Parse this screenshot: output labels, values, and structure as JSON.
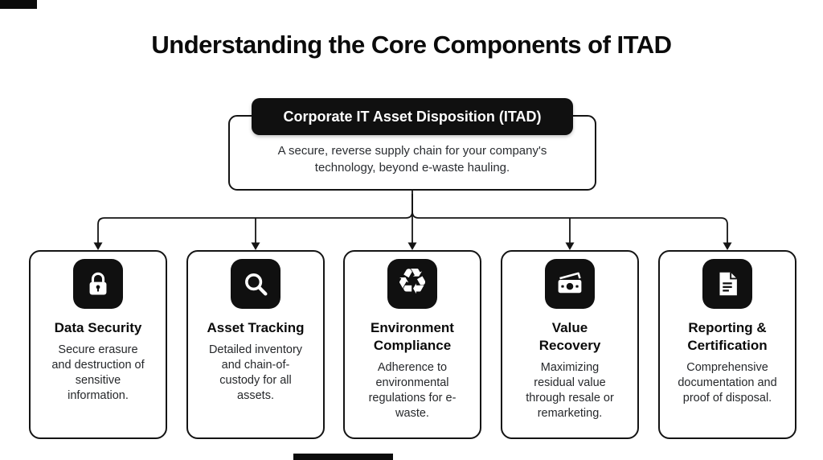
{
  "page": {
    "title": "Understanding the Core Components of ITAD"
  },
  "root_node": {
    "header": "Corporate IT Asset Disposition (ITAD)",
    "description": "A secure, reverse supply chain for your company's technology, beyond e-waste hauling."
  },
  "components": [
    {
      "icon": "lock-icon",
      "title": "Data Security",
      "description": "Secure erasure and destruction of sensitive information."
    },
    {
      "icon": "search-icon",
      "title": "Asset Tracking",
      "description": "Detailed inventory and chain-of-custody for all assets."
    },
    {
      "icon": "recycle-icon",
      "title": "Environment Compliance",
      "description": "Adherence to environmental regulations for e-waste."
    },
    {
      "icon": "banknote-icon",
      "title": "Value Recovery",
      "description": "Maximizing residual value through resale or remarketing."
    },
    {
      "icon": "document-icon",
      "title": "Reporting & Certification",
      "description": "Comprehensive documentation and proof of disposal."
    }
  ],
  "icons": {
    "recycle_glyph": "♻"
  },
  "colors": {
    "background": "#ffffff",
    "ink": "#141414",
    "node_fill": "#101010",
    "text_secondary": "#26282b"
  }
}
